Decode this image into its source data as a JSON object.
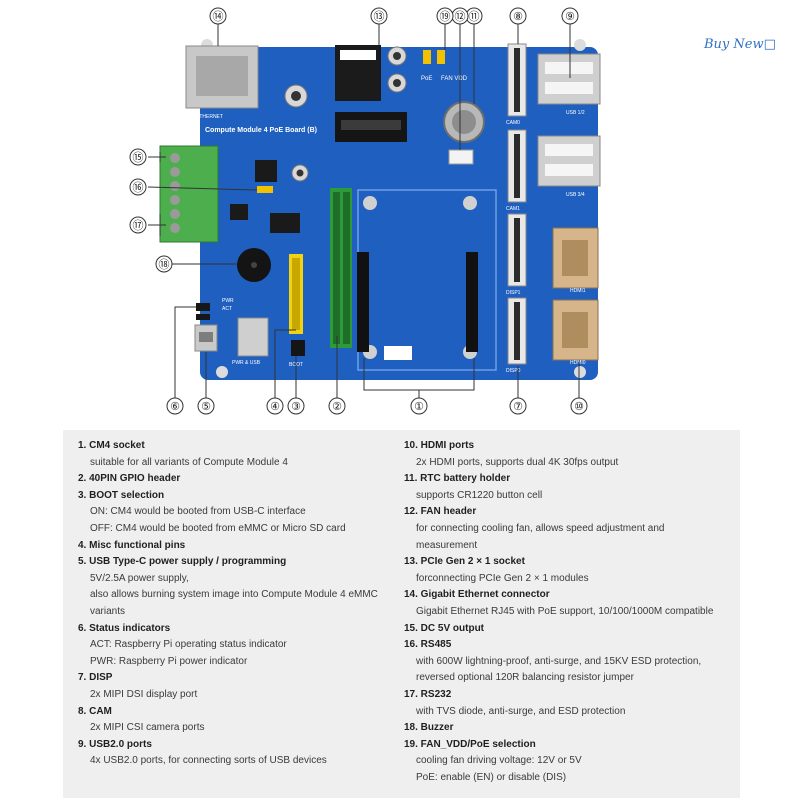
{
  "header": {
    "buy_link": "Buy  New□"
  },
  "board": {
    "title": "Compute Module 4 PoE Board (B)",
    "labels": {
      "ethernet": "ETHERNET",
      "usb12": "USB 1/2",
      "usb34": "USB 3/4",
      "cam0": "CAM0",
      "cam1": "CAM1",
      "disp0": "DISP0",
      "disp1": "DISP1",
      "hdmi1": "HDMI1",
      "hdmi0": "HDMI0",
      "poe": "PoE",
      "fan_vdd": "FAN VDD",
      "boot": "BOOT",
      "act": "ACT",
      "pwr": "PWR",
      "pwr_usb": "PWR & USB"
    }
  },
  "callouts": [
    "①",
    "②",
    "③",
    "④",
    "⑤",
    "⑥",
    "⑦",
    "⑧",
    "⑨",
    "⑩",
    "⑪",
    "⑫",
    "⑬",
    "⑭",
    "⑮",
    "⑯",
    "⑰",
    "⑱",
    "⑲"
  ],
  "specs": {
    "left": [
      {
        "title": "1. CM4 socket",
        "desc": [
          "suitable for all variants of Compute Module 4"
        ]
      },
      {
        "title": "2. 40PIN GPIO header",
        "desc": []
      },
      {
        "title": "3. BOOT selection",
        "desc": [
          "ON: CM4 would be booted from USB-C interface",
          "OFF: CM4 would be booted from eMMC or Micro SD card"
        ]
      },
      {
        "title": "4. Misc functional pins",
        "desc": []
      },
      {
        "title": "5. USB Type-C power supply / programming",
        "desc": [
          "5V/2.5A power supply,",
          "also allows burning system image into Compute Module 4 eMMC",
          "variants"
        ]
      },
      {
        "title": "6. Status indicators",
        "desc": [
          "ACT: Raspberry Pi operating status indicator",
          "PWR: Raspberry Pi power indicator"
        ]
      },
      {
        "title": "7. DISP",
        "desc": [
          "2x MIPI DSI display port"
        ]
      },
      {
        "title": "8. CAM",
        "desc": [
          "2x MIPI CSI camera ports"
        ]
      },
      {
        "title": "9. USB2.0 ports",
        "desc": [
          "4x USB2.0 ports, for connecting sorts of USB devices"
        ]
      }
    ],
    "right": [
      {
        "title": "10. HDMI ports",
        "desc": [
          "2x HDMI ports, supports dual 4K 30fps output"
        ]
      },
      {
        "title": "11. RTC battery holder",
        "desc": [
          "supports CR1220 button cell"
        ]
      },
      {
        "title": "12. FAN header",
        "desc": [
          "for connecting cooling fan, allows speed adjustment and",
          "measurement"
        ]
      },
      {
        "title": "13. PCIe Gen 2 × 1 socket",
        "desc": [
          "forconnecting PCIe Gen 2 × 1 modules"
        ]
      },
      {
        "title": "14. Gigabit Ethernet connector",
        "desc": [
          "Gigabit Ethernet RJ45 with PoE support, 10/100/1000M compatible"
        ]
      },
      {
        "title": "15. DC 5V output",
        "desc": []
      },
      {
        "title": "16. RS485",
        "desc": [
          "with 600W lightning-proof, anti-surge, and 15KV ESD protection,",
          "reversed optional 120R balancing resistor jumper"
        ]
      },
      {
        "title": "17. RS232",
        "desc": [
          "with TVS diode, anti-surge, and ESD protection"
        ]
      },
      {
        "title": "18. Buzzer",
        "desc": []
      },
      {
        "title": "19. FAN_VDD/PoE selection",
        "desc": [
          "cooling fan driving voltage: 12V or 5V",
          "PoE: enable (EN) or disable (DIS)"
        ]
      }
    ]
  }
}
